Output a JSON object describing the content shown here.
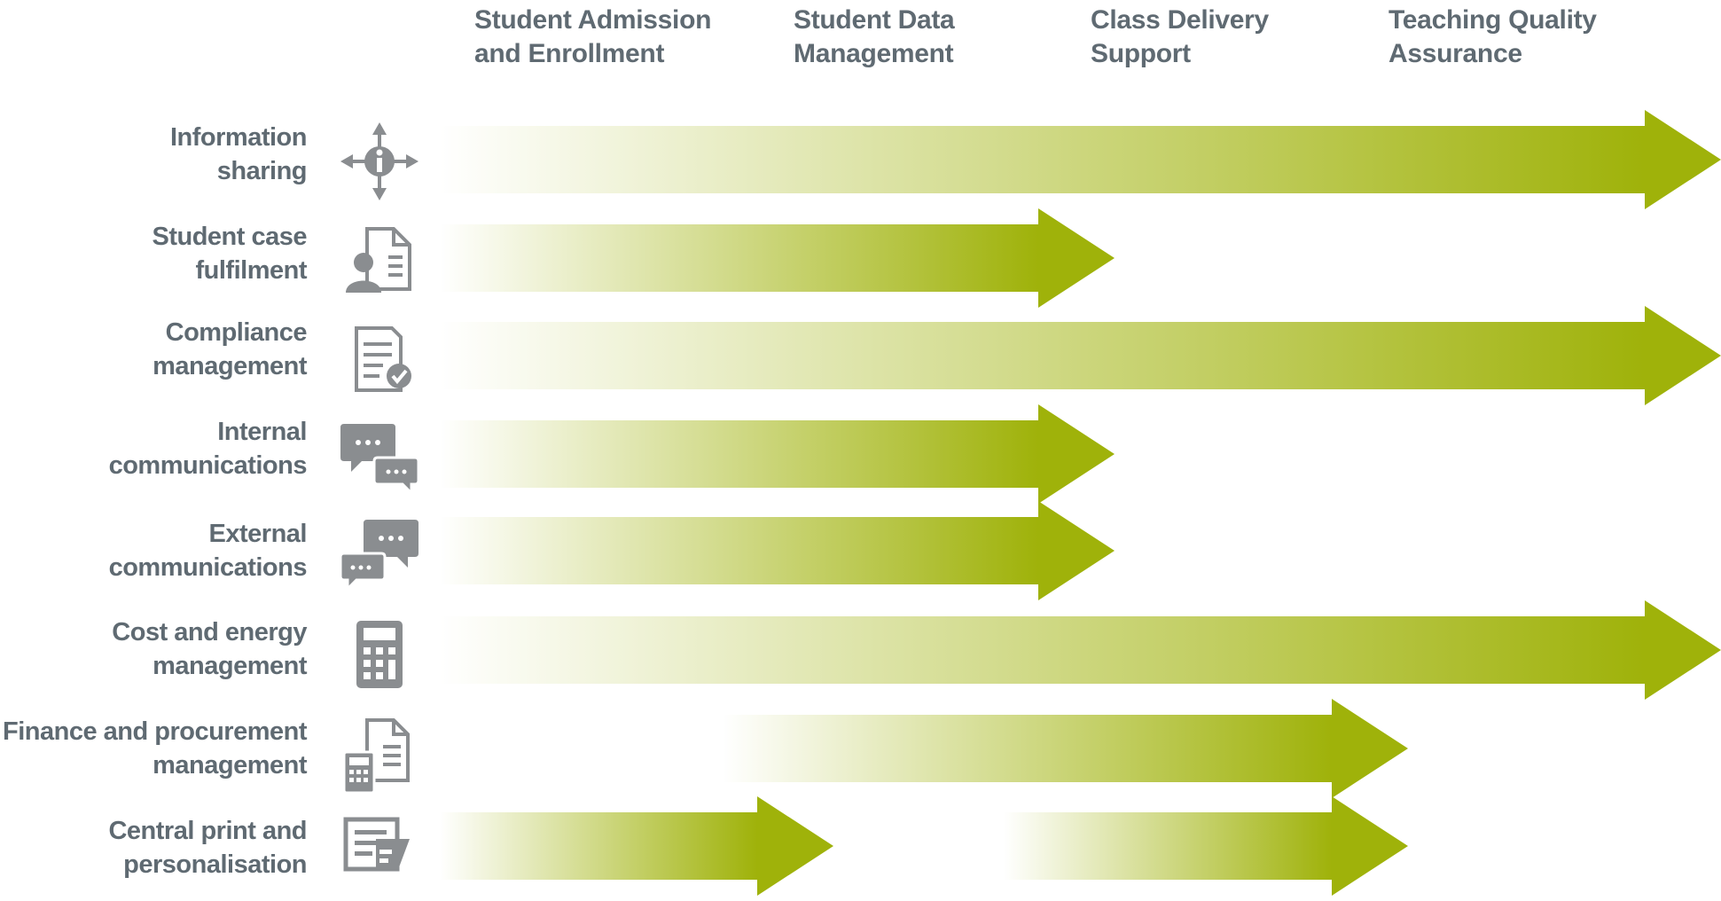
{
  "columns": [
    {
      "line1": "Student Admission",
      "line2": "and Enrollment"
    },
    {
      "line1": "Student Data",
      "line2": "Management"
    },
    {
      "line1": "Class Delivery",
      "line2": "Support"
    },
    {
      "line1": "Teaching Quality",
      "line2": "Assurance"
    }
  ],
  "rows": [
    {
      "line1": "Information",
      "line2": "sharing",
      "icon": "information-move-icon"
    },
    {
      "line1": "Student case",
      "line2": "fulfilment",
      "icon": "student-record-icon"
    },
    {
      "line1": "Compliance",
      "line2": "management",
      "icon": "compliance-document-icon"
    },
    {
      "line1": "Internal",
      "line2": "communications",
      "icon": "chat-bubbles-icon"
    },
    {
      "line1": "External",
      "line2": "communications",
      "icon": "chat-bubbles-reverse-icon"
    },
    {
      "line1": "Cost and energy",
      "line2": "management",
      "icon": "calculator-icon"
    },
    {
      "line1": "Finance and procurement",
      "line2": "management",
      "icon": "calculator-document-icon"
    },
    {
      "line1": "Central print and",
      "line2": "personalisation",
      "icon": "printer-icon"
    }
  ],
  "spans": [
    {
      "row": 0,
      "from": 0,
      "to": 4
    },
    {
      "row": 1,
      "from": 0,
      "to": 2
    },
    {
      "row": 2,
      "from": 0,
      "to": 4
    },
    {
      "row": 3,
      "from": 0,
      "to": 2
    },
    {
      "row": 4,
      "from": 0,
      "to": 2
    },
    {
      "row": 5,
      "from": 0,
      "to": 4
    },
    {
      "row": 6,
      "from": 1,
      "to": 3
    },
    {
      "row": 7,
      "from": 0,
      "to": 1
    },
    {
      "row": 7,
      "from": 2,
      "to": 3
    }
  ],
  "colors": {
    "arrow": "#9fb20a",
    "arrow_fade": "#ffffff",
    "text": "#5f6a72",
    "icon": "#8a8d90"
  }
}
